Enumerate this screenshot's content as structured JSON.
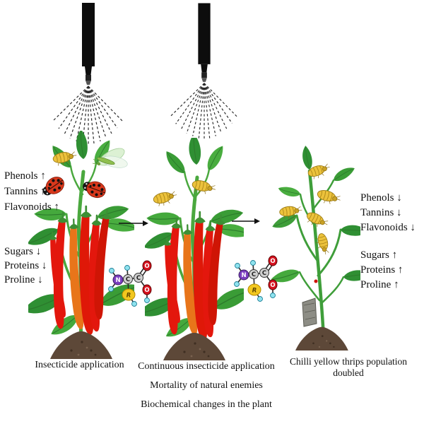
{
  "stage1": {
    "metabolites_up": [
      "Phenols ↑",
      "Tannins ↑",
      "Flavonoids ↑"
    ],
    "metabolites_down": [
      "Sugars ↓",
      "Proteins ↓",
      "Proline ↓"
    ],
    "caption": "Insecticide application"
  },
  "stage2": {
    "caption_lines": [
      "Continuous insecticide application",
      "Mortality of natural enemies",
      "Biochemical changes in the plant"
    ]
  },
  "stage3": {
    "metabolites_down": [
      "Phenols ↓",
      "Tannins ↓",
      "Flavonoids ↓"
    ],
    "metabolites_up": [
      "Sugars ↑",
      "Proteins ↑",
      "Proline ↑"
    ],
    "caption": "Chilli yellow thrips population doubled"
  },
  "molecule": {
    "nitrogen": "N",
    "alpha_carbon": "C",
    "carboxyl_carbon": "C",
    "carbonyl_oxygen": "O",
    "hydroxyl_oxygen": "O",
    "side_chain": "R"
  },
  "colors": {
    "chilli_red": "#e3170d",
    "chilli_orange": "#e8751a",
    "leaf_green": "#3f9e3a",
    "soil_brown": "#5d4838",
    "thrips_yellow": "#ecc23b",
    "ladybug_red": "#d8381c",
    "nitrogen_purple": "#7b3fbf",
    "oxygen_red": "#d6121f",
    "hydrogen_cyan": "#8fe3ef",
    "carbon_gray": "#cfcfcf",
    "side_chain_yellow": "#f2c71f"
  }
}
